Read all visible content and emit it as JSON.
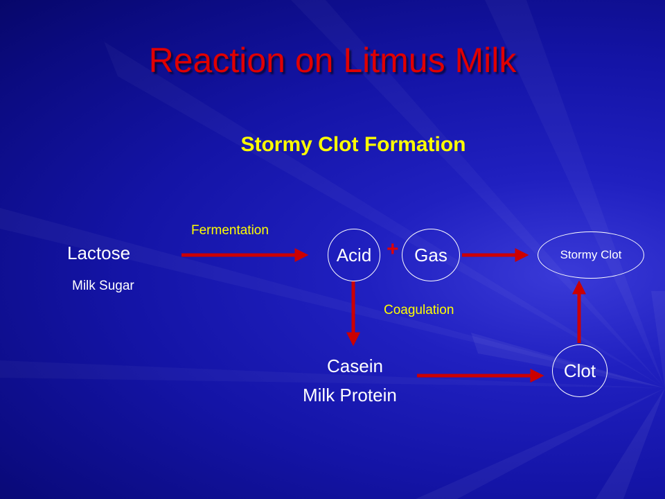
{
  "slide": {
    "title": "Reaction on Litmus Milk",
    "subtitle": "Stormy Clot Formation"
  },
  "diagram": {
    "lactose": "Lactose",
    "milk_sugar": "Milk Sugar",
    "fermentation": "Fermentation",
    "acid": "Acid",
    "plus": "+",
    "gas": "Gas",
    "stormy_clot": "Stormy Clot",
    "coagulation": "Coagulation",
    "casein": "Casein",
    "milk_protein": "Milk Protein",
    "clot": "Clot"
  },
  "colors": {
    "background": "#1414a6",
    "title": "#e00000",
    "subtitle": "#ffff00",
    "arrow": "#cc0000",
    "text": "#ffffff",
    "process_label": "#ffff00"
  }
}
